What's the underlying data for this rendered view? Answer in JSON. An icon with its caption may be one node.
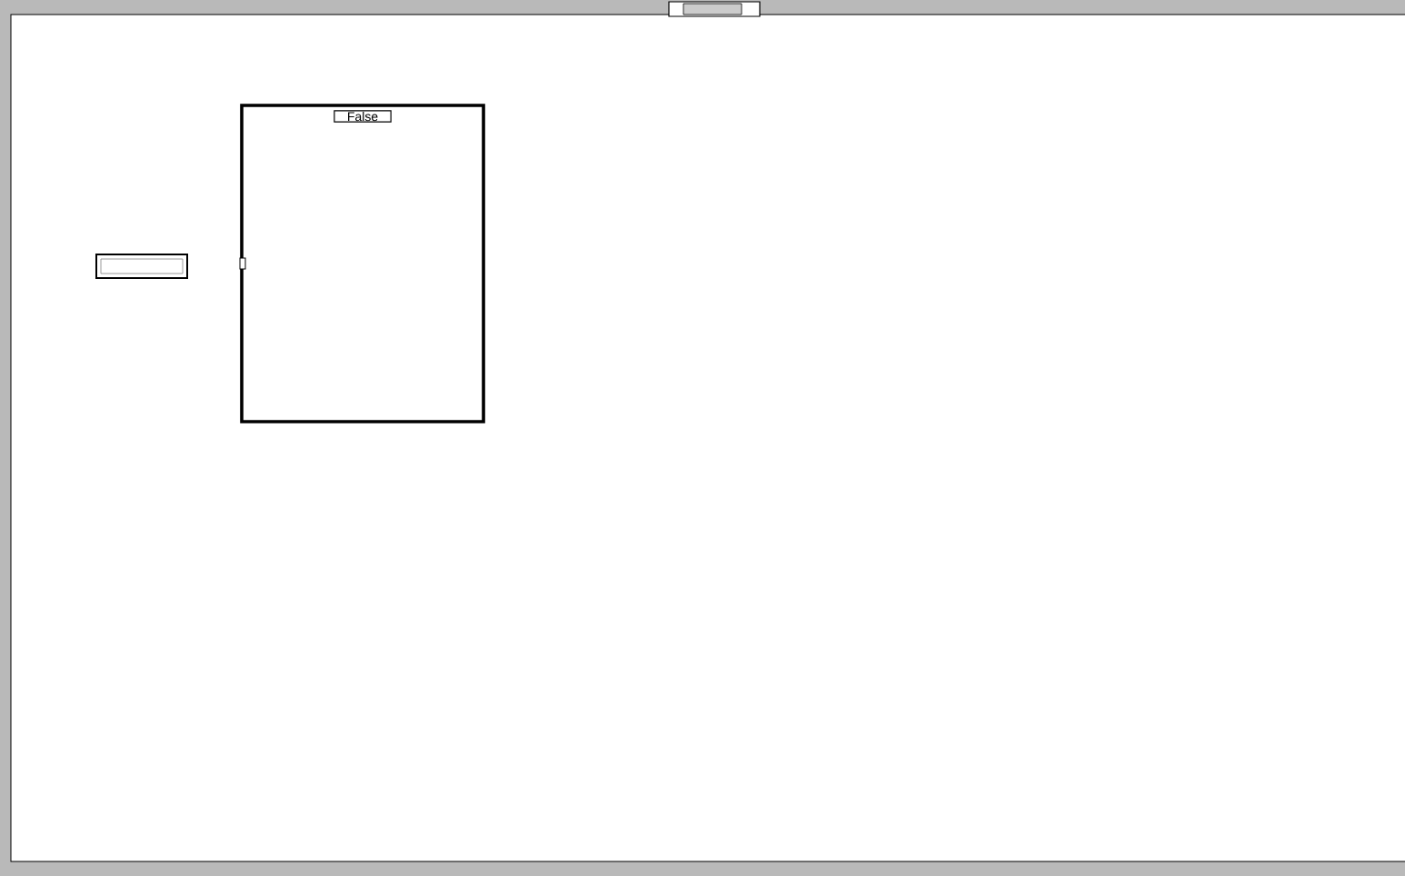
{
  "diagram": {
    "nodes": [
      {
        "text": [],
        "shape": "box"
      },
      {
        "text": [
          "False"
        ],
        "in": 0
      },
      {
        "text": [],
        "shape": "box",
        "in": 0
      }
    ]
  }
}
